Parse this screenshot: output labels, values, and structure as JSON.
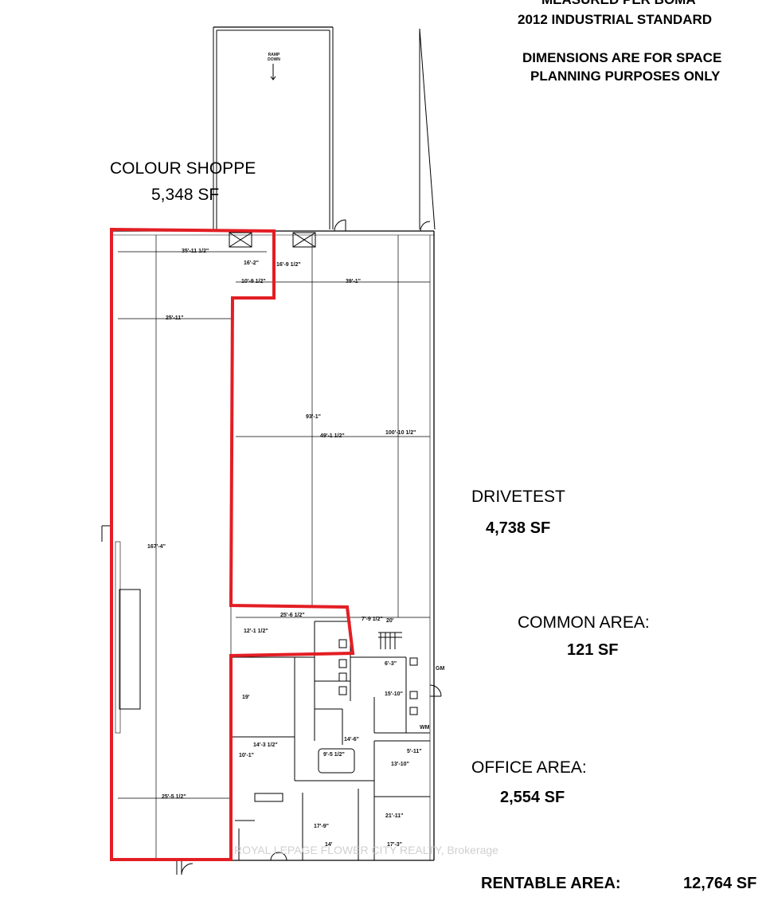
{
  "header": {
    "line1": "MEASURED PER BOMA",
    "line2": "2012 INDUSTRIAL STANDARD",
    "line3": "DIMENSIONS ARE FOR SPACE",
    "line4": "PLANNING PURPOSES ONLY"
  },
  "areas": {
    "colour_shoppe_name": "COLOUR SHOPPE",
    "colour_shoppe_sf": "5,348 SF",
    "drivetest_name": "DRIVETEST",
    "drivetest_sf": "4,738 SF",
    "common_name": "COMMON AREA:",
    "common_sf": "121 SF",
    "office_name": "OFFICE AREA:",
    "office_sf": "2,554 SF",
    "rentable_name": "RENTABLE AREA:",
    "rentable_sf": "12,764 SF"
  },
  "dimensions": {
    "d1": "35'-11 1/2\"",
    "d2": "16'-2\"",
    "d3": "16'-9 1/2\"",
    "d4": "10'-9 1/2\"",
    "d5": "39'-1\"",
    "d6": "25'-11\"",
    "d7": "93'-1\"",
    "d8": "49'-1 1/2\"",
    "d9": "100'-10 1/2\"",
    "d10": "167'-4\"",
    "d11": "25'-6 1/2\"",
    "d12": "7'-9 1/2\"",
    "d13": "20'",
    "d14": "12'-1 1/2\"",
    "d15": "6'-3\"",
    "d16": "19'",
    "d17": "15'-10\"",
    "d18": "14'-6\"",
    "d19": "14'-3 1/2\"",
    "d20": "9'-5 1/2\"",
    "d21": "10'-1\"",
    "d22": "5'-11\"",
    "d23": "13'-10\"",
    "d24": "25'-5 1/2\"",
    "d25": "17'-9\"",
    "d26": "21'-11\"",
    "d27": "14'",
    "d28": "17'-3\"",
    "ramp": "RAMP DOWN",
    "wm_label": "WM",
    "gm_label": "GM"
  },
  "watermark": "ROYAL LEPAGE FLOWER CITY REALTY, Brokerage",
  "colors": {
    "outline": "#e31e24",
    "lines": "#000000"
  }
}
